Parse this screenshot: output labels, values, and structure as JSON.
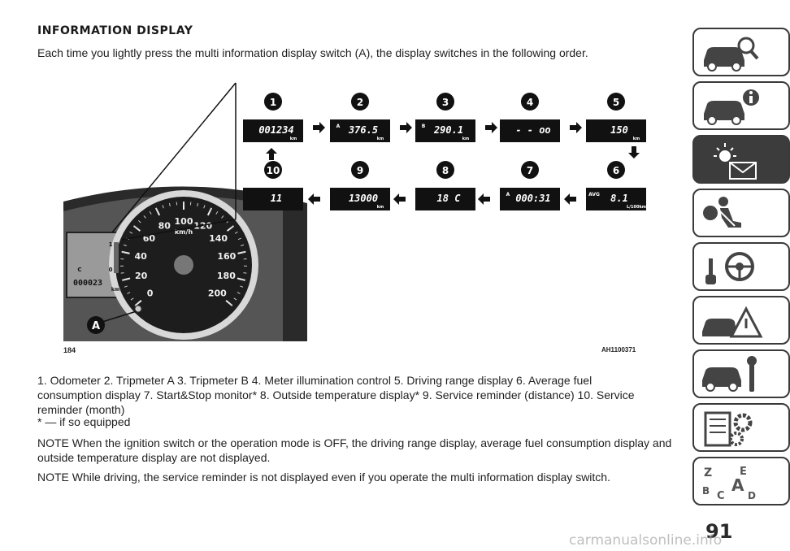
{
  "page": {
    "heading": "INFORMATION DISPLAY",
    "intro": "Each time you lightly press the multi information display switch (A), the display switches in the following order.",
    "legend": "1. Odometer  2. Tripmeter A  3. Tripmeter B  4. Meter illumination control  5. Driving range display  6. Average fuel consumption display  7. Start&Stop monitor*  8. Outside temperature display*  9. Service reminder (distance)  10. Service reminder (month)",
    "footnote": "* — if so equipped",
    "note1": "NOTE When the ignition switch or the operation mode is OFF, the driving range display, average fuel consumption display and outside temperature display are not displayed.",
    "note2": "NOTE While driving, the service reminder is not displayed even if you operate the multi information display switch.",
    "page_number": "91",
    "watermark": "carmanualsonline.info"
  },
  "figure": {
    "number": "184",
    "code": "AH1100371",
    "callout_a": "A",
    "displays": [
      {
        "n": "1",
        "reading": "001234",
        "unit": "km",
        "mark": ""
      },
      {
        "n": "2",
        "reading": "376.5",
        "unit": "km",
        "mark": "A"
      },
      {
        "n": "3",
        "reading": "290.1",
        "unit": "km",
        "mark": "B"
      },
      {
        "n": "4",
        "reading": "- - oo",
        "unit": "",
        "mark": ""
      },
      {
        "n": "5",
        "reading": "150",
        "unit": "km",
        "mark": ""
      },
      {
        "n": "6",
        "reading": "8.1",
        "unit": "L/100km",
        "mark": "AVG"
      },
      {
        "n": "7",
        "reading": "000:31",
        "unit": "",
        "mark": "A"
      },
      {
        "n": "8",
        "reading": "18 C",
        "unit": "",
        "mark": ""
      },
      {
        "n": "9",
        "reading": "13000",
        "unit": "km",
        "mark": ""
      },
      {
        "n": "10",
        "reading": "11",
        "unit": "",
        "mark": ""
      }
    ],
    "gauge": {
      "unit": "km/h",
      "ticks": [
        "0",
        "20",
        "40",
        "60",
        "80",
        "100",
        "120",
        "140",
        "160",
        "180",
        "200"
      ],
      "odo": "000023",
      "odo_unit": "km",
      "fuel_full": "1",
      "fuel_empty": "0",
      "temp_c": "C"
    }
  },
  "sidebar": {
    "tabs": [
      {
        "name": "car-search-icon"
      },
      {
        "name": "car-info-icon"
      },
      {
        "name": "warning-light-message-icon"
      },
      {
        "name": "airbag-passenger-icon"
      },
      {
        "name": "key-steering-wheel-icon"
      },
      {
        "name": "car-hazard-icon"
      },
      {
        "name": "car-service-wrench-icon"
      },
      {
        "name": "specifications-gear-icon"
      },
      {
        "name": "alphabetical-index-icon"
      }
    ]
  }
}
